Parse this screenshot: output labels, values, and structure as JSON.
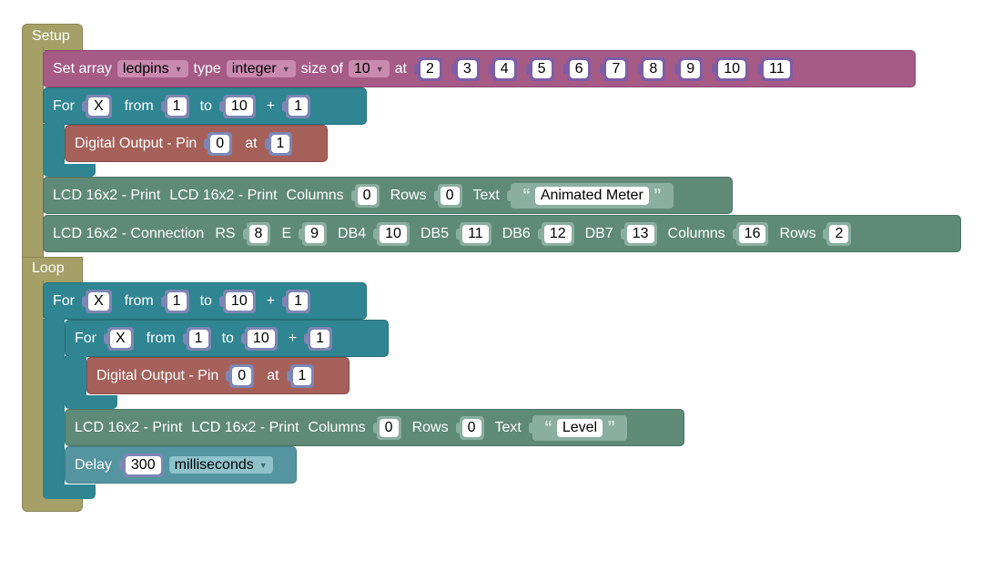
{
  "setup": {
    "label": "Setup",
    "set_array": {
      "prefix": "Set array",
      "name": "ledpins",
      "type_label": "type",
      "type_value": "integer",
      "size_label": "size of",
      "size_value": "10",
      "at_label": "at",
      "values": [
        "2",
        "3",
        "4",
        "5",
        "6",
        "7",
        "8",
        "9",
        "10",
        "11"
      ]
    },
    "for_loop": {
      "for": "For",
      "var": "X",
      "from": "from",
      "start": "1",
      "to": "to",
      "end": "10",
      "plus": "+",
      "step": "1"
    },
    "digital_output": {
      "label": "Digital Output - Pin",
      "pin": "0",
      "at": "at",
      "value": "1"
    },
    "lcd_print": {
      "label1": "LCD 16x2 - Print",
      "label2": "LCD 16x2 - Print",
      "columns_label": "Columns",
      "columns": "0",
      "rows_label": "Rows",
      "rows": "0",
      "text_label": "Text",
      "text": "Animated Meter"
    },
    "lcd_connection": {
      "label": "LCD 16x2 - Connection",
      "rs_label": "RS",
      "rs": "8",
      "e_label": "E",
      "e": "9",
      "db4_label": "DB4",
      "db4": "10",
      "db5_label": "DB5",
      "db5": "11",
      "db6_label": "DB6",
      "db6": "12",
      "db7_label": "DB7",
      "db7": "13",
      "columns_label": "Columns",
      "columns": "16",
      "rows_label": "Rows",
      "rows": "2"
    }
  },
  "loop": {
    "label": "Loop",
    "outer_for": {
      "for": "For",
      "var": "X",
      "from": "from",
      "start": "1",
      "to": "to",
      "end": "10",
      "plus": "+",
      "step": "1"
    },
    "inner_for": {
      "for": "For",
      "var": "X",
      "from": "from",
      "start": "1",
      "to": "to",
      "end": "10",
      "plus": "+",
      "step": "1"
    },
    "digital_output": {
      "label": "Digital Output - Pin",
      "pin": "0",
      "at": "at",
      "value": "1"
    },
    "lcd_print": {
      "label1": "LCD 16x2 - Print",
      "label2": "LCD 16x2 - Print",
      "columns_label": "Columns",
      "columns": "0",
      "rows_label": "Rows",
      "rows": "0",
      "text_label": "Text",
      "text": "Level"
    },
    "delay": {
      "label": "Delay",
      "value": "300",
      "unit": "milliseconds"
    }
  },
  "colors": {
    "setup_loop": "#a5a067",
    "array": "#a65b87",
    "control": "#2f8591",
    "output": "#a5605a",
    "lcd": "#5f8a77",
    "delay": "#5594a1"
  }
}
